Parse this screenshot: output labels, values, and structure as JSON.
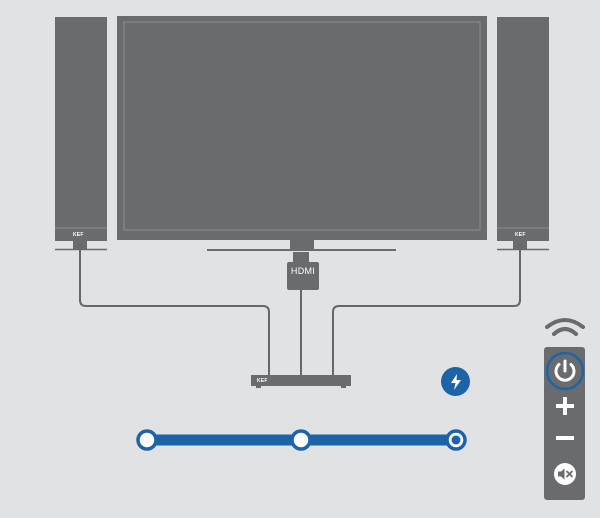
{
  "labels": {
    "hdmi": "HDMI",
    "brand_left": "KEF",
    "brand_right": "KEF",
    "brand_soundbar": "KEF"
  },
  "colors": {
    "device": "#6a6b6e",
    "line": "#666769",
    "accent": "#1d63a8",
    "background": "#e1e2e4"
  },
  "icons": {
    "wifi": "wifi-icon",
    "flash": "lightning-icon",
    "power": "power-icon",
    "plus": "plus-icon",
    "minus": "minus-icon",
    "mute": "mute-icon"
  },
  "progress": {
    "steps": 3,
    "current_step": 3
  }
}
